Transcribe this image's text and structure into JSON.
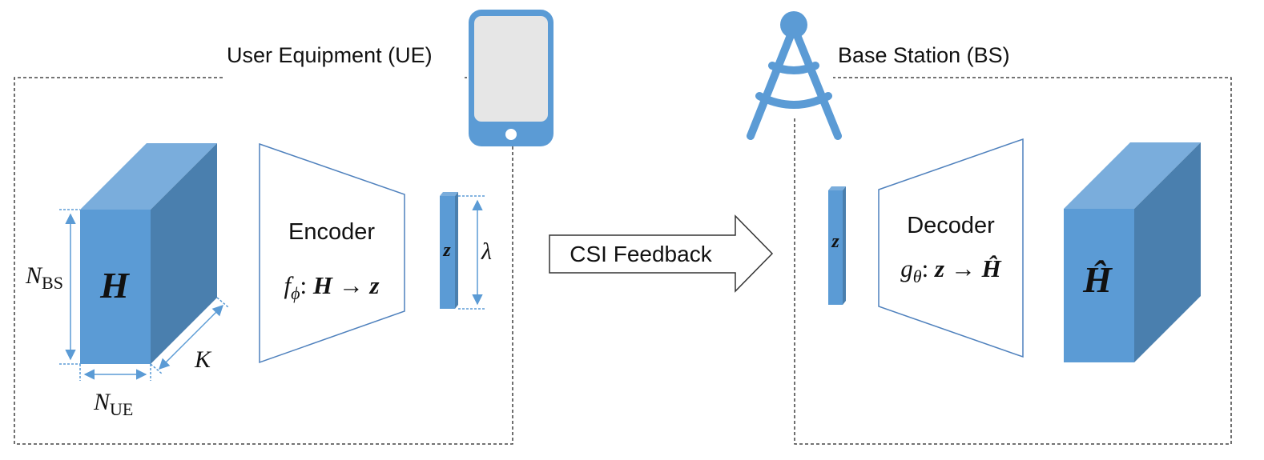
{
  "colors": {
    "cube_front": "#5b9bd5",
    "cube_top": "#7aaddc",
    "cube_side": "#4a7fae",
    "outline": "#4f81bd",
    "dim_line": "#5b9bd5",
    "dashed": "#222222",
    "device_fill": "#e6e6e6",
    "text": "#111111"
  },
  "ue": {
    "label": "User Equipment (UE)",
    "device_icon": "smartphone-icon",
    "cube": {
      "symbol": "H",
      "dim_height": {
        "base": "N",
        "sub": "BS"
      },
      "dim_width": {
        "base": "N",
        "sub": "UE"
      },
      "dim_depth": "K"
    },
    "encoder": {
      "title": "Encoder",
      "map": {
        "fn": "f",
        "fn_sub": "ϕ",
        "from": "H",
        "arrow": "→",
        "to": "z"
      }
    },
    "code": {
      "symbol": "z",
      "dim": "λ"
    }
  },
  "feedback": {
    "label": "CSI Feedback",
    "icon": "right-arrow-icon"
  },
  "bs": {
    "label": "Base Station (BS)",
    "device_icon": "antenna-tower-icon",
    "code": {
      "symbol": "z"
    },
    "decoder": {
      "title": "Decoder",
      "map": {
        "fn": "g",
        "fn_sub": "θ",
        "from": "z",
        "arrow": "→",
        "to": "Ĥ"
      }
    },
    "cube": {
      "symbol": "Ĥ"
    }
  }
}
